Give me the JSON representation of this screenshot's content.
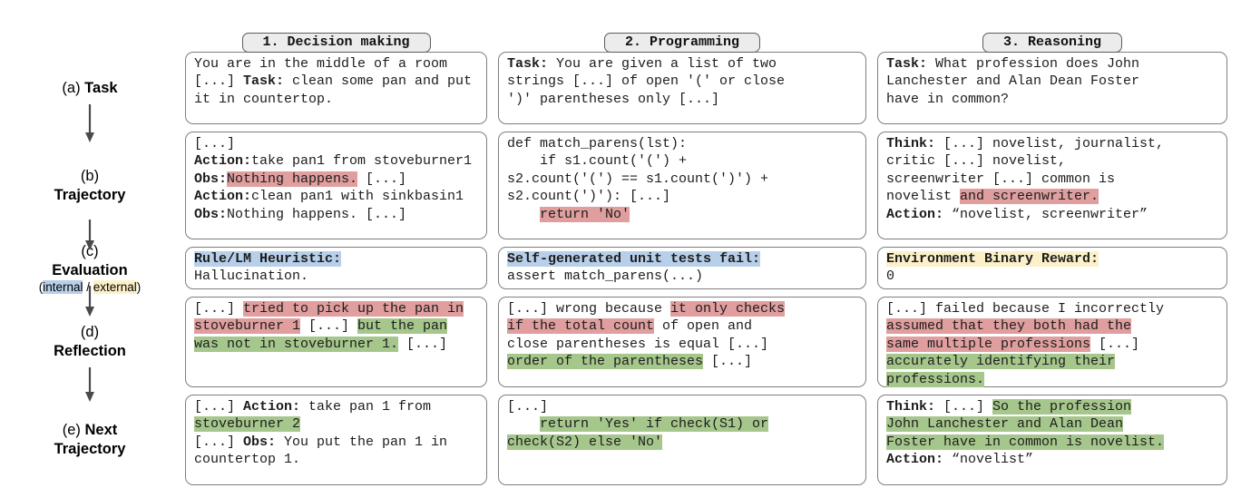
{
  "colors": {
    "red": "#E09E9E",
    "green": "#A6C78C",
    "blue": "#B7CFE9",
    "yellow": "#FCF0C8"
  },
  "columns": {
    "decision": {
      "header": "1. Decision making"
    },
    "programming": {
      "header": "2. Programming"
    },
    "reasoning": {
      "header": "3. Reasoning"
    }
  },
  "sidebar": {
    "task": {
      "segments": [
        {
          "t": "(a) "
        },
        {
          "t": "Task",
          "b": true
        }
      ]
    },
    "trajectory": {
      "segments": [
        {
          "t": "(b)\n"
        },
        {
          "t": "Trajectory",
          "b": true
        }
      ]
    },
    "evaluation": {
      "segments": [
        {
          "t": "(c)\n"
        },
        {
          "t": "Evaluation",
          "b": true
        }
      ],
      "note": [
        {
          "t": "("
        },
        {
          "t": "internal",
          "h": "blue"
        },
        {
          "t": " / "
        },
        {
          "t": "external",
          "h": "yellow"
        },
        {
          "t": ")"
        }
      ]
    },
    "reflection": {
      "segments": [
        {
          "t": "(d)\n"
        },
        {
          "t": "Reflection",
          "b": true
        }
      ]
    },
    "next": {
      "segments": [
        {
          "t": "(e) "
        },
        {
          "t": "Next",
          "b": true
        },
        {
          "t": "\n"
        },
        {
          "t": "Trajectory",
          "b": true
        }
      ]
    }
  },
  "cells": {
    "task": {
      "decision": [
        {
          "t": "You are in the middle of a room\n[...] "
        },
        {
          "t": "Task:",
          "b": true
        },
        {
          "t": " clean some pan and put\nit in countertop."
        }
      ],
      "programming": [
        {
          "t": "Task:",
          "b": true
        },
        {
          "t": " You are given a list of two\nstrings [...] of open '(' or close\n')' parentheses only [...]"
        }
      ],
      "reasoning": [
        {
          "t": "Task:",
          "b": true
        },
        {
          "t": " What profession does John\nLanchester and Alan Dean Foster\nhave in common?"
        }
      ]
    },
    "trajectory": {
      "decision": [
        {
          "t": "[...]\n"
        },
        {
          "t": "Action:",
          "b": true
        },
        {
          "t": "take pan1 from stoveburner1\n"
        },
        {
          "t": "Obs:",
          "b": true
        },
        {
          "t": "Nothing happens.",
          "h": "red"
        },
        {
          "t": " [...]\n"
        },
        {
          "t": "Action:",
          "b": true
        },
        {
          "t": "clean pan1 with sinkbasin1\n"
        },
        {
          "t": "Obs:",
          "b": true
        },
        {
          "t": "Nothing happens. [...]"
        }
      ],
      "programming": [
        {
          "t": "def match_parens(lst):\n    if s1.count('(') +\ns2.count('(') == s1.count(')') +\ns2.count(')'): [...]\n    "
        },
        {
          "t": "return 'No'",
          "h": "red"
        }
      ],
      "reasoning": [
        {
          "t": "Think:",
          "b": true
        },
        {
          "t": " [...] novelist, journalist,\ncritic [...] novelist,\nscreenwriter [...] common is\nnovelist "
        },
        {
          "t": "and screenwriter.",
          "h": "red"
        },
        {
          "t": "\n"
        },
        {
          "t": "Action:",
          "b": true
        },
        {
          "t": " “novelist, screenwriter”"
        }
      ]
    },
    "evaluation": {
      "decision": [
        {
          "t": "Rule/LM Heuristic:",
          "b": true,
          "h": "blue"
        },
        {
          "t": "\nHallucination."
        }
      ],
      "programming": [
        {
          "t": "Self-generated unit tests fail:",
          "b": true,
          "h": "blue"
        },
        {
          "t": "\nassert match_parens(...)"
        }
      ],
      "reasoning": [
        {
          "t": "Environment Binary Reward:",
          "b": true,
          "h": "yellow"
        },
        {
          "t": "\n0"
        }
      ]
    },
    "reflection": {
      "decision": [
        {
          "t": "[...] "
        },
        {
          "t": "tried to pick up the pan in\nstoveburner 1",
          "h": "red"
        },
        {
          "t": " [...] "
        },
        {
          "t": "but the pan\nwas not in stoveburner 1.",
          "h": "green"
        },
        {
          "t": " [...]"
        }
      ],
      "programming": [
        {
          "t": "[...] wrong because "
        },
        {
          "t": "it only checks\nif the total count",
          "h": "red"
        },
        {
          "t": " of open and\nclose parentheses is equal [...]\n"
        },
        {
          "t": "order of the parentheses",
          "h": "green"
        },
        {
          "t": " [...]"
        }
      ],
      "reasoning": [
        {
          "t": "[...] failed because I incorrectly\n"
        },
        {
          "t": "assumed that they both had the\nsame multiple professions",
          "h": "red"
        },
        {
          "t": " [...]\n"
        },
        {
          "t": "accurately identifying their\nprofessions.",
          "h": "green"
        }
      ]
    },
    "next_trajectory": {
      "decision": [
        {
          "t": "[...] "
        },
        {
          "t": "Action:",
          "b": true
        },
        {
          "t": " take pan 1 from\n"
        },
        {
          "t": "stoveburner 2",
          "h": "green"
        },
        {
          "t": "\n[...] "
        },
        {
          "t": "Obs:",
          "b": true
        },
        {
          "t": " You put the pan 1 in\ncountertop 1."
        }
      ],
      "programming": [
        {
          "t": "[...]\n    "
        },
        {
          "t": "return 'Yes' if check(S1) or",
          "h": "green"
        },
        {
          "t": "\n"
        },
        {
          "t": "check(S2) else 'No'",
          "h": "green"
        }
      ],
      "reasoning": [
        {
          "t": "Think:",
          "b": true
        },
        {
          "t": " [...] "
        },
        {
          "t": "So the profession\nJohn Lanchester and Alan Dean\nFoster have in common is novelist.",
          "h": "green"
        },
        {
          "t": "\n"
        },
        {
          "t": "Action:",
          "b": true
        },
        {
          "t": " “novelist”"
        }
      ]
    }
  }
}
